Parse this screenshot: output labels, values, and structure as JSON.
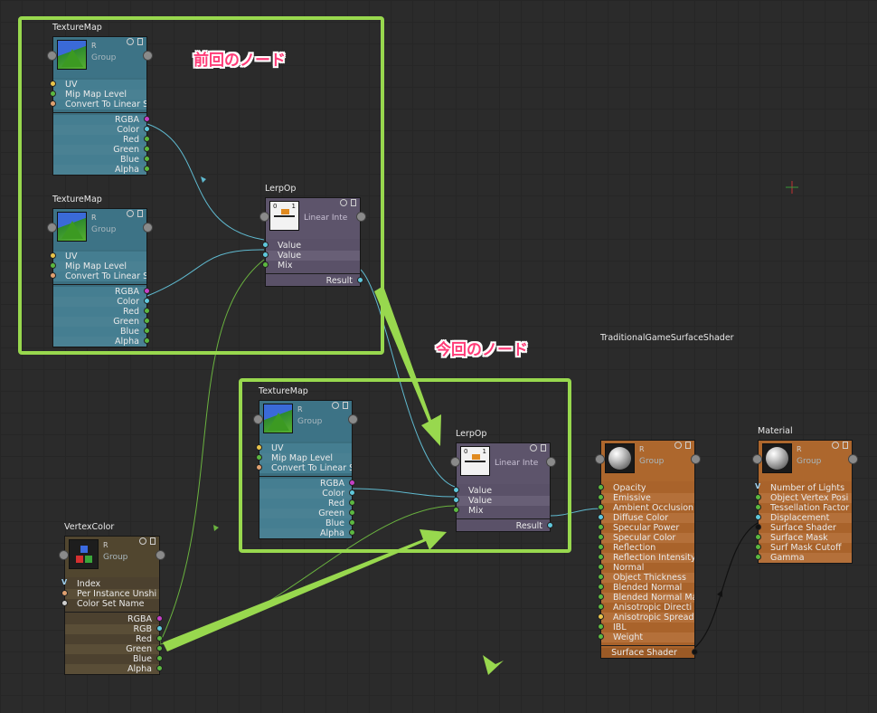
{
  "colors": {
    "highlight_box": "#98d84e",
    "annotation_text": "#ff3c78",
    "node_texture": "#3b6f80",
    "node_lerp": "#5a5168",
    "node_vertexcolor": "#4c412f",
    "node_shader": "#a9632b"
  },
  "annotations": {
    "previous_nodes": "前回のノード",
    "current_nodes": "今回のノード"
  },
  "nodes": {
    "texmap1": {
      "title": "TextureMap",
      "header_label": "R",
      "group": "Group",
      "icon": "texture-thumbnail-icon",
      "inputs": [
        "UV",
        "Mip Map Level",
        "Convert To Linear S"
      ],
      "outputs": [
        "RGBA",
        "Color",
        "Red",
        "Green",
        "Blue",
        "Alpha"
      ]
    },
    "texmap2": {
      "title": "TextureMap",
      "header_label": "R",
      "group": "Group",
      "icon": "texture-thumbnail-icon",
      "inputs": [
        "UV",
        "Mip Map Level",
        "Convert To Linear S"
      ],
      "outputs": [
        "RGBA",
        "Color",
        "Red",
        "Green",
        "Blue",
        "Alpha"
      ]
    },
    "texmap3": {
      "title": "TextureMap",
      "header_label": "R",
      "group": "Group",
      "icon": "texture-thumbnail-icon",
      "inputs": [
        "UV",
        "Mip Map Level",
        "Convert To Linear S"
      ],
      "outputs": [
        "RGBA",
        "Color",
        "Red",
        "Green",
        "Blue",
        "Alpha"
      ]
    },
    "lerp1": {
      "title": "LerpOp",
      "header_label": "Linear Inte",
      "icon": "lerp-icon",
      "inputs": [
        "Value",
        "Value",
        "Mix"
      ],
      "outputs": [
        "Result"
      ]
    },
    "lerp2": {
      "title": "LerpOp",
      "header_label": "Linear Inte",
      "icon": "lerp-icon",
      "inputs": [
        "Value",
        "Value",
        "Mix"
      ],
      "outputs": [
        "Result"
      ]
    },
    "vertexcolor": {
      "title": "VertexColor",
      "header_label": "R",
      "group": "Group",
      "icon": "vertex-color-icon",
      "inputs": [
        "Index",
        "Per Instance Unshi",
        "Color Set Name"
      ],
      "outputs": [
        "RGBA",
        "RGB",
        "Red",
        "Green",
        "Blue",
        "Alpha"
      ]
    },
    "shader": {
      "title": "TraditionalGameSurfaceShader",
      "header_label": "R",
      "group": "Group",
      "icon": "sphere-swatch-icon",
      "inputs": [
        "Opacity",
        "Emissive",
        "Ambient Occlusion",
        "Diffuse Color",
        "Specular Power",
        "Specular Color",
        "Reflection",
        "Reflection Intensity",
        "Normal",
        "Object Thickness",
        "Blended Normal",
        "Blended Normal Ma",
        "Anisotropic Directi",
        "Anisotropic Spread",
        "IBL",
        "Weight"
      ],
      "outputs": [
        "Surface Shader"
      ]
    },
    "material": {
      "title": "Material",
      "header_label": "R",
      "group": "Group",
      "icon": "sphere-swatch-icon",
      "inputs": [
        "Number of Lights",
        "Object Vertex Posi",
        "Tessellation Factor",
        "Displacement",
        "Surface Shader",
        "Surface Mask",
        "Surf Mask Cutoff",
        "Gamma"
      ]
    }
  }
}
